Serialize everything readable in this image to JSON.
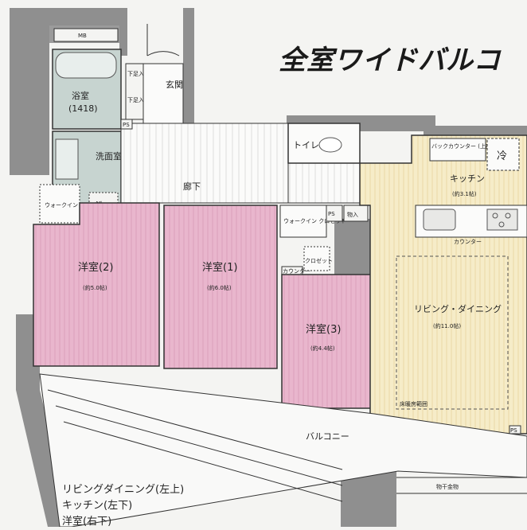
{
  "headline": "全室ワイドバルコ",
  "rooms": {
    "mb": "MB",
    "bath": "浴室",
    "bath_size": "(1418)",
    "shoes1": "下足入",
    "shoes2": "下足入",
    "entrance": "玄関",
    "washroom": "洗面室",
    "wash": "洗",
    "wic_small": "ウォークイン クロゼット",
    "hallway": "廊下",
    "toilet": "トイレ",
    "ps1": "PS",
    "ps2": "PS",
    "ps3": "PS",
    "ps4": "PS",
    "storage": "物入",
    "wic2": "ウォークイン クロゼット",
    "closet": "クロゼット",
    "counter_small": "カウンター",
    "back_counter": "バックカウンター (上部吊戸棚)",
    "fridge": "冷",
    "kitchen": "キッチン",
    "kitchen_size": "(約3.1帖)",
    "counter": "カウンター",
    "western2": "洋室(2)",
    "western2_size": "(約5.0帖)",
    "western1": "洋室(1)",
    "western1_size": "(約6.0帖)",
    "western3": "洋室(3)",
    "western3_size": "(約4.4帖)",
    "living": "リビング・ダイニング",
    "living_size": "(約11.0帖)",
    "floor_heating": "床暖房範囲",
    "balcony": "バルコニー",
    "drying": "物干金物"
  },
  "caption": {
    "line1": "リビングダイニング(左上)",
    "line2": "キッチン(左下)",
    "line3": "洋室(右下)"
  },
  "colors": {
    "pink": "#e8b4cc",
    "yellow": "#f6ecc8",
    "gray": "#8f8f8f",
    "bath": "#c7d4d0"
  }
}
